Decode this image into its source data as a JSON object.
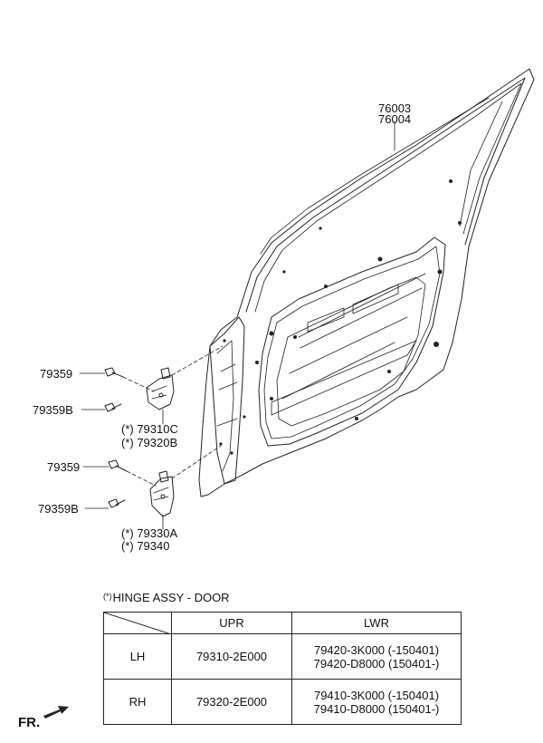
{
  "callouts": {
    "door_a": "76003",
    "door_b": "76004",
    "bolt_upper_1": "79359",
    "bolt_upper_2": "79359B",
    "hinge_upper_1": "(*) 79310C",
    "hinge_upper_2": "(*) 79320B",
    "bolt_lower_1": "79359",
    "bolt_lower_2": "79359B",
    "hinge_lower_1": "(*) 79330A",
    "hinge_lower_2": "(*) 79340"
  },
  "note": {
    "marker": "(*)",
    "text": "HINGE ASSY - DOOR"
  },
  "table": {
    "headers": [
      "",
      "UPR",
      "LWR"
    ],
    "rows": [
      {
        "side": "LH",
        "upr": "79310-2E000",
        "lwr": [
          "79420-3K000 (-150401)",
          "79420-D8000 (150401-)"
        ]
      },
      {
        "side": "RH",
        "upr": "79320-2E000",
        "lwr": [
          "79410-3K000 (-150401)",
          "79410-D8000 (150401-)"
        ]
      }
    ]
  },
  "footer": {
    "fr_label": "FR."
  }
}
